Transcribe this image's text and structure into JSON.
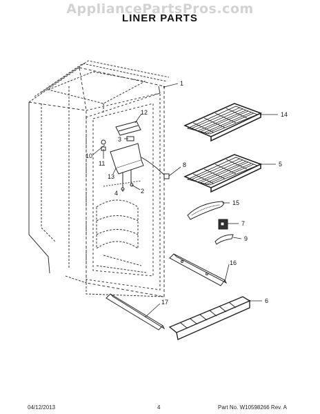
{
  "watermark": "AppliancePartsPros.com",
  "title": "LINER PARTS",
  "callouts": {
    "c1": "1",
    "c2": "2",
    "c3": "3",
    "c4": "4",
    "c5": "5",
    "c6": "6",
    "c7": "7",
    "c8": "8",
    "c9": "9",
    "c10": "10",
    "c11": "11",
    "c12": "12",
    "c13": "13",
    "c14": "14",
    "c15": "15",
    "c16": "16",
    "c17": "17"
  },
  "footer": {
    "date": "04/12/2013",
    "page": "4",
    "part_no": "Part No.  W10598266  Rev. A"
  }
}
